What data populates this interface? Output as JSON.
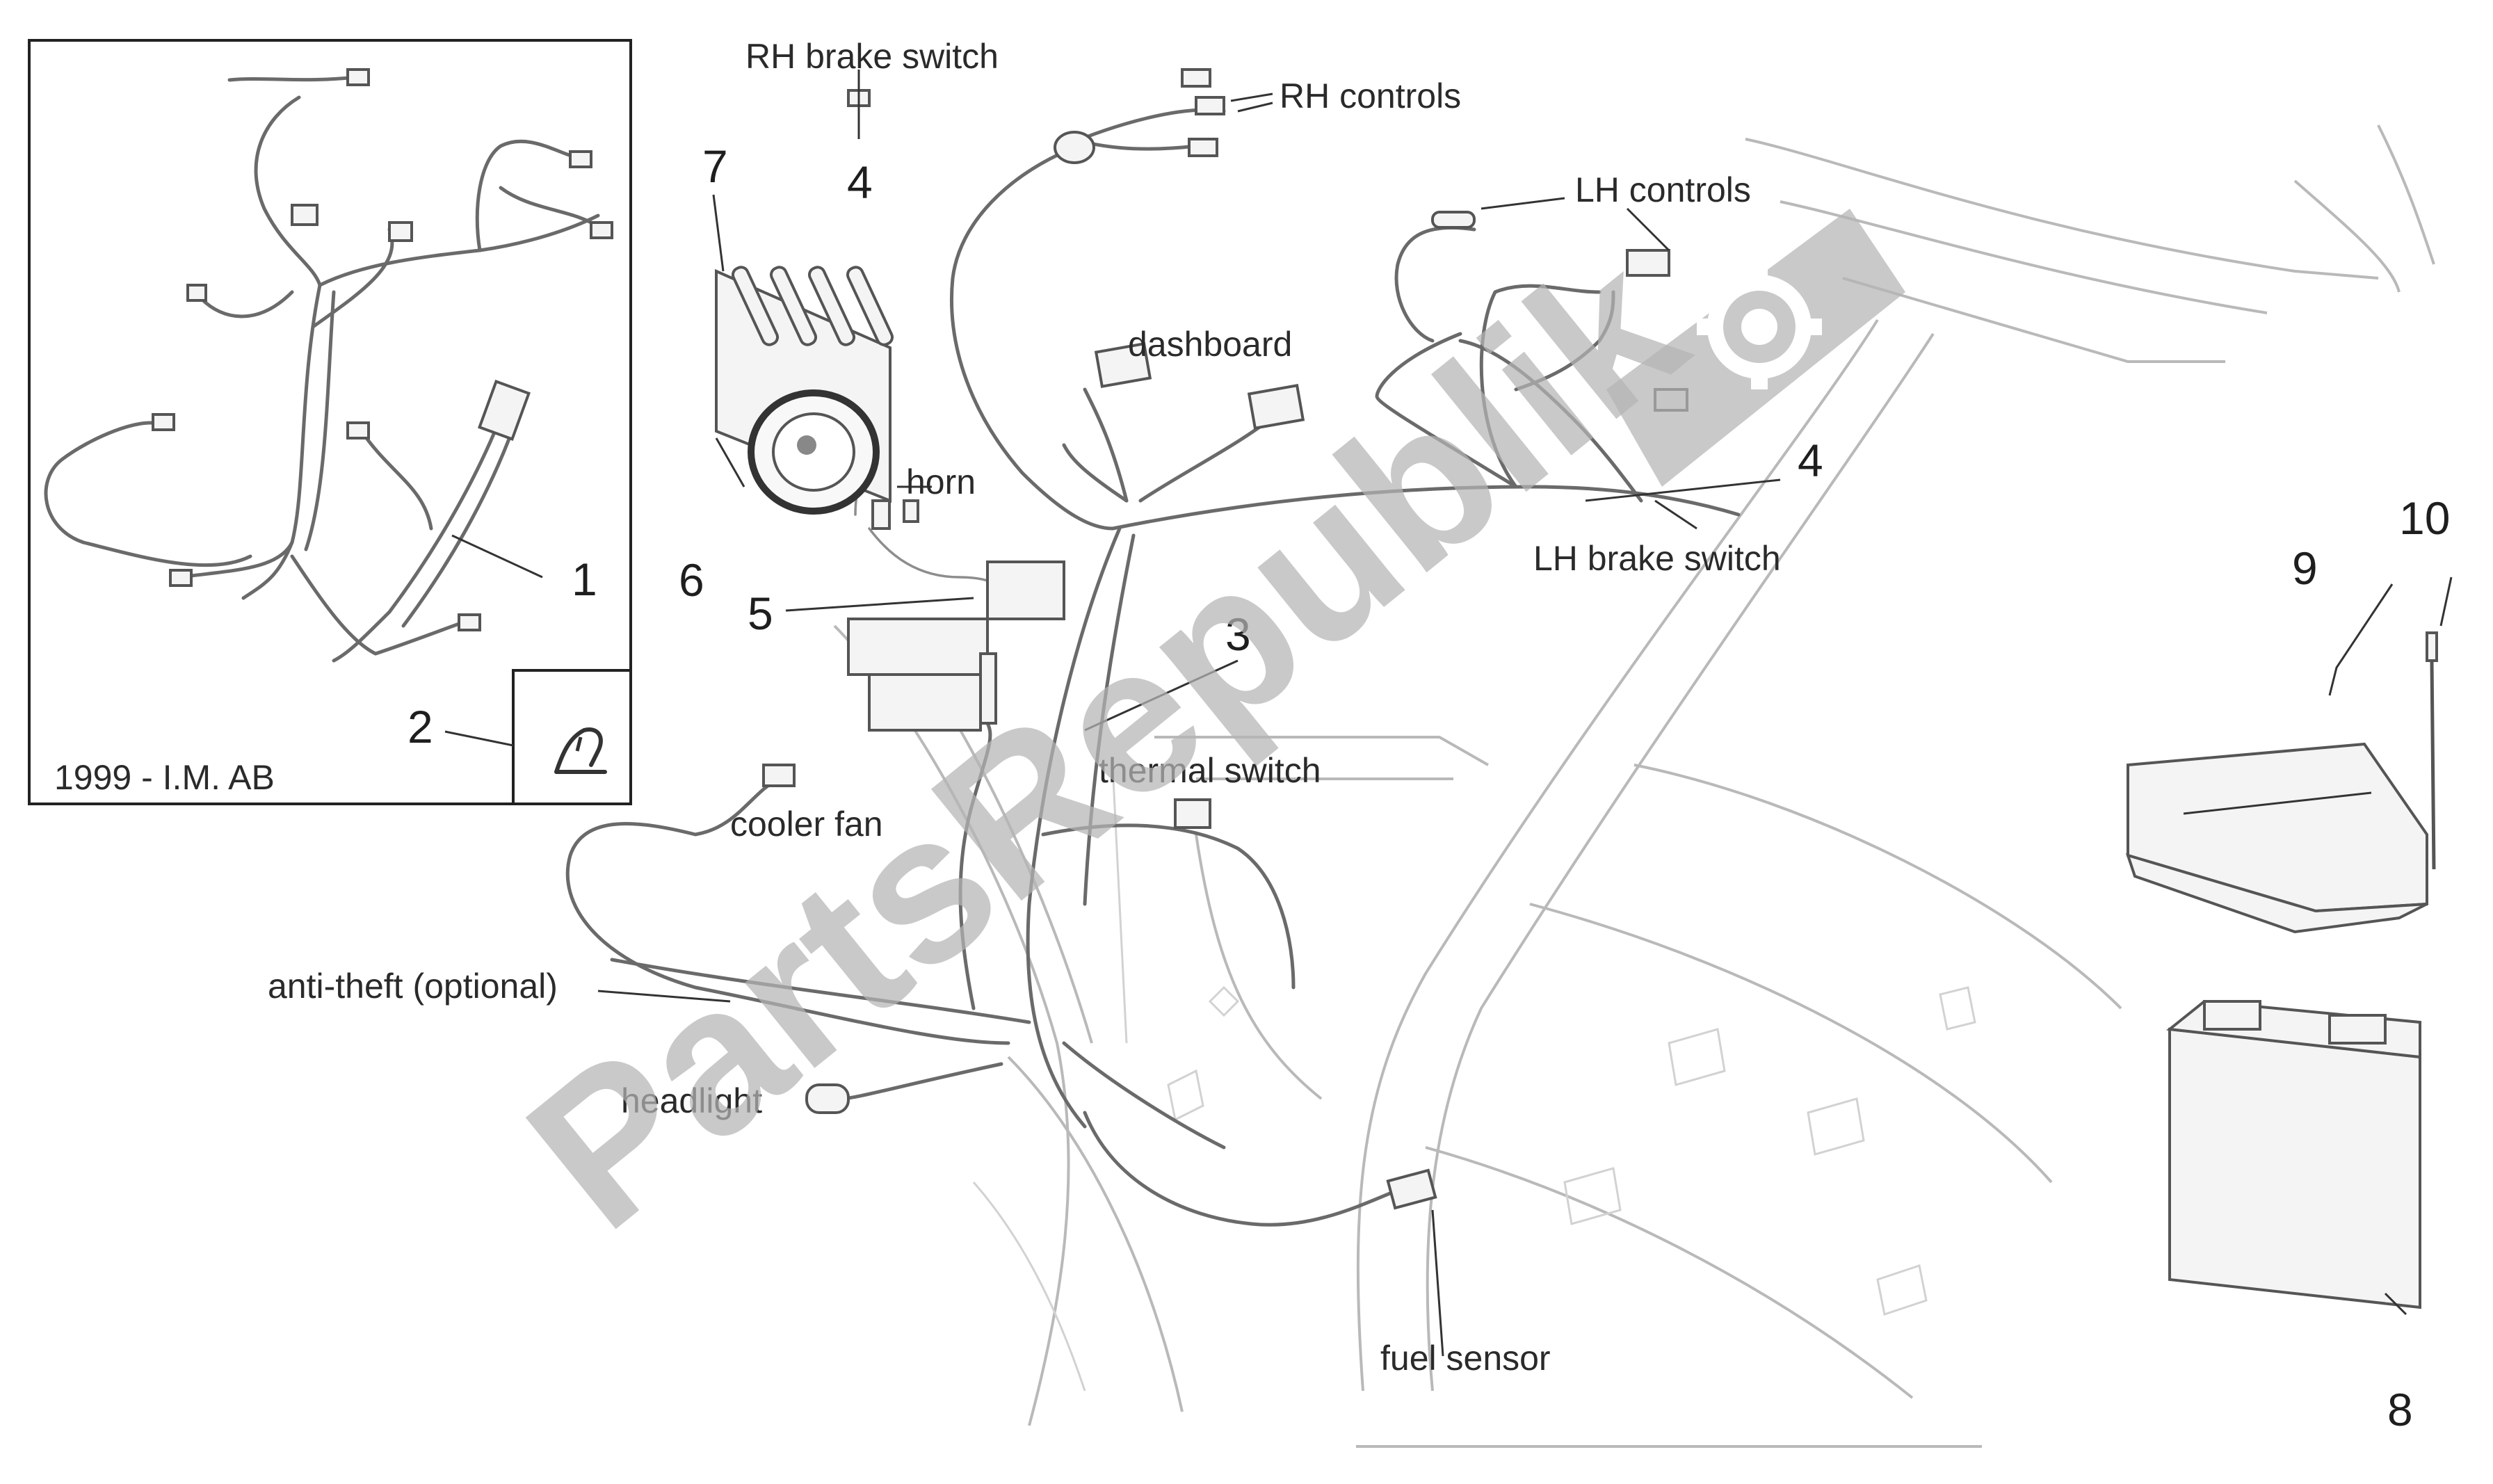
{
  "inset": {
    "caption": "1999 - I.M. AB"
  },
  "labels": {
    "rh_brake_switch": "RH brake switch",
    "rh_controls": "RH controls",
    "lh_controls": "LH controls",
    "dashboard": "dashboard",
    "horn": "horn",
    "lh_brake_switch": "LH brake switch",
    "thermal_switch": "thermal switch",
    "cooler_fan": "cooler fan",
    "anti_theft": "anti-theft (optional)",
    "headlight": "headlight",
    "fuel_sensor": "fuel sensor"
  },
  "callouts": {
    "n1": "1",
    "n2": "2",
    "n3": "3",
    "n4a": "4",
    "n4b": "4",
    "n5": "5",
    "n6": "6",
    "n7": "7",
    "n8": "8",
    "n9": "9",
    "n10": "10"
  },
  "watermark": {
    "text": "PartsRepublik"
  },
  "icons": {
    "inset_part_2": "tool-icon",
    "watermark_logo": "gear-icon"
  }
}
